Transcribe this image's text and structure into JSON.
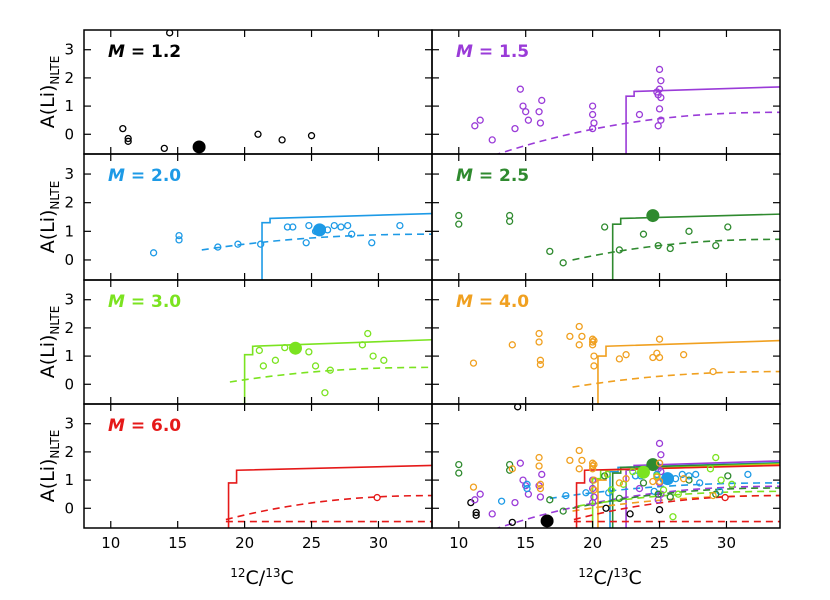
{
  "figure": {
    "ylabel_main": "A(Li)",
    "ylabel_sub": "NLTE",
    "xlabel_left": {
      "sup1": "12",
      "mid": "C/",
      "sup2": "13",
      "end": "C"
    },
    "xlabel_right": {
      "sup1": "12",
      "mid": "C/",
      "sup2": "13",
      "end": "C"
    },
    "mass_prefix": "M",
    "x_ticks": [
      "10",
      "15",
      "20",
      "25",
      "30"
    ],
    "y_ticks": [
      "0",
      "1",
      "2",
      "3"
    ]
  },
  "chart_data": {
    "type": "scatter",
    "x_range": [
      8,
      34
    ],
    "y_range": [
      -0.7,
      3.7
    ],
    "panels": [
      {
        "mass": "1.2",
        "color": "#000000",
        "col": 0,
        "row": 0,
        "points": [
          [
            10.9,
            0.2
          ],
          [
            11.3,
            -0.15
          ],
          [
            11.3,
            -0.25
          ],
          [
            14.0,
            -0.5
          ],
          [
            14.4,
            3.6
          ],
          [
            21.0,
            0.0
          ],
          [
            22.8,
            -0.2
          ],
          [
            25.0,
            -0.05
          ]
        ],
        "big": {
          "x": 16.6,
          "y": -0.45
        },
        "solid": null,
        "dashed": null
      },
      {
        "mass": "1.5",
        "color": "#9a3bd8",
        "col": 1,
        "row": 0,
        "points": [
          [
            11.2,
            0.3
          ],
          [
            11.6,
            0.5
          ],
          [
            12.5,
            -0.2
          ],
          [
            14.2,
            0.2
          ],
          [
            14.6,
            1.6
          ],
          [
            14.8,
            1.0
          ],
          [
            15.0,
            0.8
          ],
          [
            15.2,
            0.5
          ],
          [
            16.0,
            0.8
          ],
          [
            16.1,
            0.4
          ],
          [
            16.2,
            1.2
          ],
          [
            20.0,
            1.0
          ],
          [
            20.0,
            0.7
          ],
          [
            20.1,
            0.4
          ],
          [
            20.0,
            0.2
          ],
          [
            23.5,
            0.7
          ],
          [
            24.8,
            1.5
          ],
          [
            24.9,
            1.4
          ],
          [
            25.0,
            1.6
          ],
          [
            25.1,
            1.3
          ],
          [
            25.0,
            2.3
          ],
          [
            25.1,
            1.9
          ],
          [
            25.0,
            0.9
          ],
          [
            25.1,
            0.5
          ],
          [
            24.9,
            0.3
          ]
        ],
        "big": null,
        "solid": {
          "start": 22.5,
          "y0": 1.35,
          "y1": 1.52,
          "end_y": 1.68
        },
        "dashed": {
          "start": 12.6,
          "y0": -0.75,
          "end_y": 0.78
        }
      },
      {
        "mass": "2.0",
        "color": "#1d9ae6",
        "col": 0,
        "row": 1,
        "points": [
          [
            13.2,
            0.25
          ],
          [
            15.1,
            0.85
          ],
          [
            15.1,
            0.7
          ],
          [
            18.0,
            0.45
          ],
          [
            19.5,
            0.55
          ],
          [
            21.2,
            0.55
          ],
          [
            23.2,
            1.15
          ],
          [
            23.6,
            1.15
          ],
          [
            24.6,
            0.6
          ],
          [
            24.8,
            1.2
          ],
          [
            25.3,
            1.0
          ],
          [
            25.8,
            1.1
          ],
          [
            26.2,
            1.05
          ],
          [
            26.7,
            1.2
          ],
          [
            27.2,
            1.15
          ],
          [
            27.7,
            1.2
          ],
          [
            28.0,
            0.9
          ],
          [
            29.5,
            0.6
          ],
          [
            31.6,
            1.2
          ]
        ],
        "big": {
          "x": 25.6,
          "y": 1.05
        },
        "solid": {
          "start": 21.3,
          "y0": 1.3,
          "y1": 1.45,
          "end_y": 1.62
        },
        "dashed": {
          "start": 16.8,
          "y0": 0.35,
          "end_y": 0.9
        }
      },
      {
        "mass": "2.5",
        "color": "#2f8a2f",
        "col": 1,
        "row": 1,
        "points": [
          [
            10.0,
            1.55
          ],
          [
            10.0,
            1.25
          ],
          [
            13.8,
            1.55
          ],
          [
            13.8,
            1.35
          ],
          [
            16.8,
            0.3
          ],
          [
            17.8,
            -0.1
          ],
          [
            20.9,
            1.15
          ],
          [
            22.0,
            0.35
          ],
          [
            23.8,
            0.9
          ],
          [
            24.9,
            0.5
          ],
          [
            25.8,
            0.4
          ],
          [
            27.2,
            1.0
          ],
          [
            29.2,
            0.5
          ],
          [
            30.1,
            1.15
          ]
        ],
        "big": {
          "x": 24.5,
          "y": 1.55
        },
        "solid": {
          "start": 21.5,
          "y0": 1.25,
          "y1": 1.45,
          "end_y": 1.6
        },
        "dashed": {
          "start": 18.5,
          "y0": 0.0,
          "end_y": 0.72
        }
      },
      {
        "mass": "3.0",
        "color": "#7be320",
        "col": 0,
        "row": 2,
        "points": [
          [
            21.1,
            1.2
          ],
          [
            21.4,
            0.65
          ],
          [
            22.3,
            0.85
          ],
          [
            23.0,
            1.3
          ],
          [
            24.8,
            1.15
          ],
          [
            25.3,
            0.65
          ],
          [
            26.0,
            -0.3
          ],
          [
            26.4,
            0.5
          ],
          [
            28.8,
            1.4
          ],
          [
            29.2,
            1.8
          ],
          [
            29.6,
            1.0
          ],
          [
            30.4,
            0.85
          ]
        ],
        "big": {
          "x": 23.8,
          "y": 1.28
        },
        "solid": {
          "start": 20.0,
          "y0": 1.05,
          "y1": 1.35,
          "end_y": 1.58
        },
        "dashed": {
          "start": 18.9,
          "y0": 0.08,
          "end_y": 0.6
        }
      },
      {
        "mass": "4.0",
        "color": "#f0a020",
        "col": 1,
        "row": 2,
        "points": [
          [
            11.1,
            0.75
          ],
          [
            14.0,
            1.4
          ],
          [
            16.0,
            1.8
          ],
          [
            16.0,
            1.5
          ],
          [
            16.1,
            0.85
          ],
          [
            16.1,
            0.7
          ],
          [
            18.3,
            1.7
          ],
          [
            19.0,
            1.4
          ],
          [
            19.0,
            2.05
          ],
          [
            19.2,
            1.7
          ],
          [
            20.0,
            1.6
          ],
          [
            20.0,
            1.5
          ],
          [
            20.0,
            1.4
          ],
          [
            20.1,
            1.55
          ],
          [
            20.1,
            1.0
          ],
          [
            20.1,
            0.65
          ],
          [
            22.0,
            0.9
          ],
          [
            22.5,
            1.05
          ],
          [
            24.5,
            0.95
          ],
          [
            24.8,
            1.1
          ],
          [
            25.0,
            1.6
          ],
          [
            25.0,
            0.95
          ],
          [
            26.8,
            1.05
          ],
          [
            29.0,
            0.45
          ]
        ],
        "big": null,
        "solid": {
          "start": 20.4,
          "y0": 1.0,
          "y1": 1.35,
          "end_y": 1.55
        },
        "dashed": {
          "start": 18.5,
          "y0": -0.1,
          "end_y": 0.45
        }
      },
      {
        "mass": "6.0",
        "color": "#e51919",
        "col": 0,
        "row": 3,
        "points": [
          [
            29.9,
            0.38
          ]
        ],
        "big": null,
        "solid": {
          "start": 18.8,
          "y0": 0.9,
          "y1": 1.35,
          "end_y": 1.52
        },
        "dashed": {
          "start": 18.6,
          "y0": -0.4,
          "end_y": 0.45
        },
        "dashed2": {
          "y": -0.47
        }
      }
    ],
    "combined_panel": {
      "col": 1,
      "row": 3
    }
  }
}
